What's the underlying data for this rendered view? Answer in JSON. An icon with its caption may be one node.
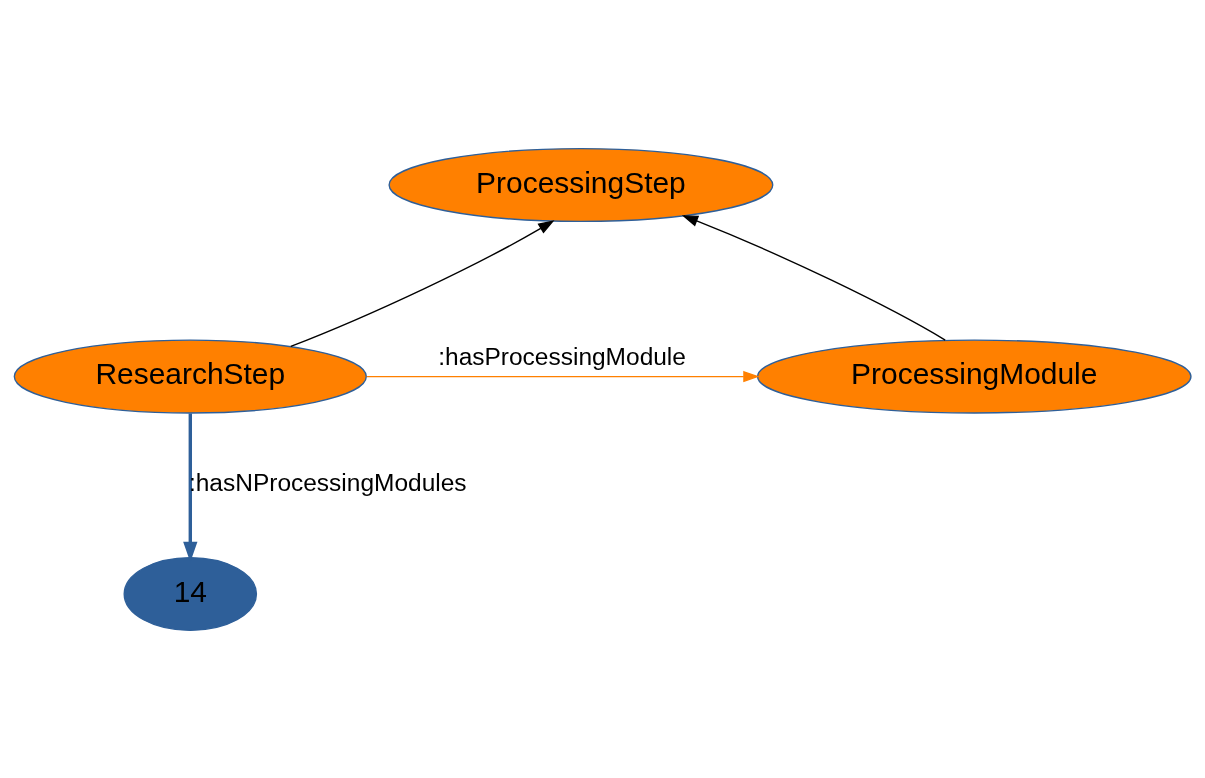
{
  "diagram": {
    "nodes": [
      {
        "text": [
          "ProcessingStep"
        ]
      },
      {
        "text": [
          "ResearchStep"
        ]
      },
      {
        "text": [
          "ProcessingModule"
        ]
      },
      {
        "text": [
          "14"
        ]
      }
    ],
    "edges": [
      {
        "from": 1,
        "to": 0,
        "arrow": "to"
      },
      {
        "from": 2,
        "to": 0,
        "arrow": "to"
      },
      {
        "from": 1,
        "to": 2,
        "arrow": "to",
        "label": ":hasProcessingModule",
        "color": "#ff8000"
      },
      {
        "from": 1,
        "to": 3,
        "arrow": "to",
        "label": ":hasNProcessingModules",
        "color": "#2e5f99",
        "style": "thick"
      }
    ]
  }
}
